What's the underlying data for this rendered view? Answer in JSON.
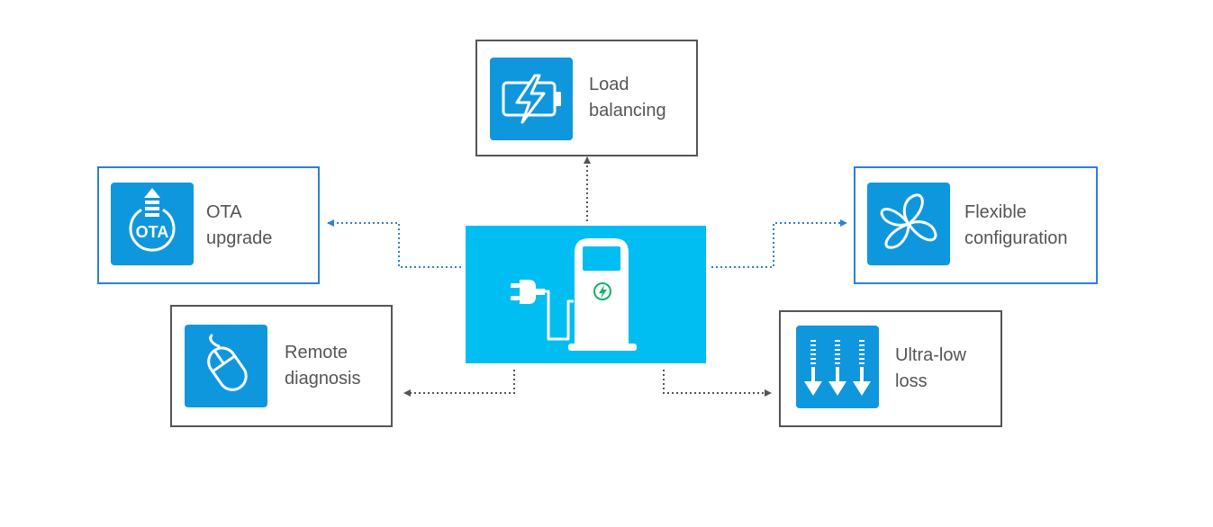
{
  "diagram": {
    "hub": {
      "icon": "ev-charger-icon"
    },
    "features": [
      {
        "id": "load",
        "line1": "Load",
        "line2": "balancing",
        "icon": "battery-charging-icon",
        "border": "gray"
      },
      {
        "id": "ota",
        "line1": "OTA",
        "line2": "upgrade",
        "icon": "ota-upgrade-icon",
        "icon_text": "OTA",
        "border": "blue"
      },
      {
        "id": "flex",
        "line1": "Flexible",
        "line2": "configuration",
        "icon": "fan-icon",
        "border": "blue"
      },
      {
        "id": "remote",
        "line1": "Remote",
        "line2": "diagnosis",
        "icon": "mouse-icon",
        "border": "gray"
      },
      {
        "id": "loss",
        "line1": "Ultra-low",
        "line2": "loss",
        "icon": "down-arrows-icon",
        "border": "gray"
      }
    ]
  },
  "colors": {
    "hub_bg": "#00bdf2",
    "tile_bg": "#0f97dd",
    "blue_border": "#2d7fd6",
    "gray_border": "#555555",
    "text": "#555555"
  }
}
